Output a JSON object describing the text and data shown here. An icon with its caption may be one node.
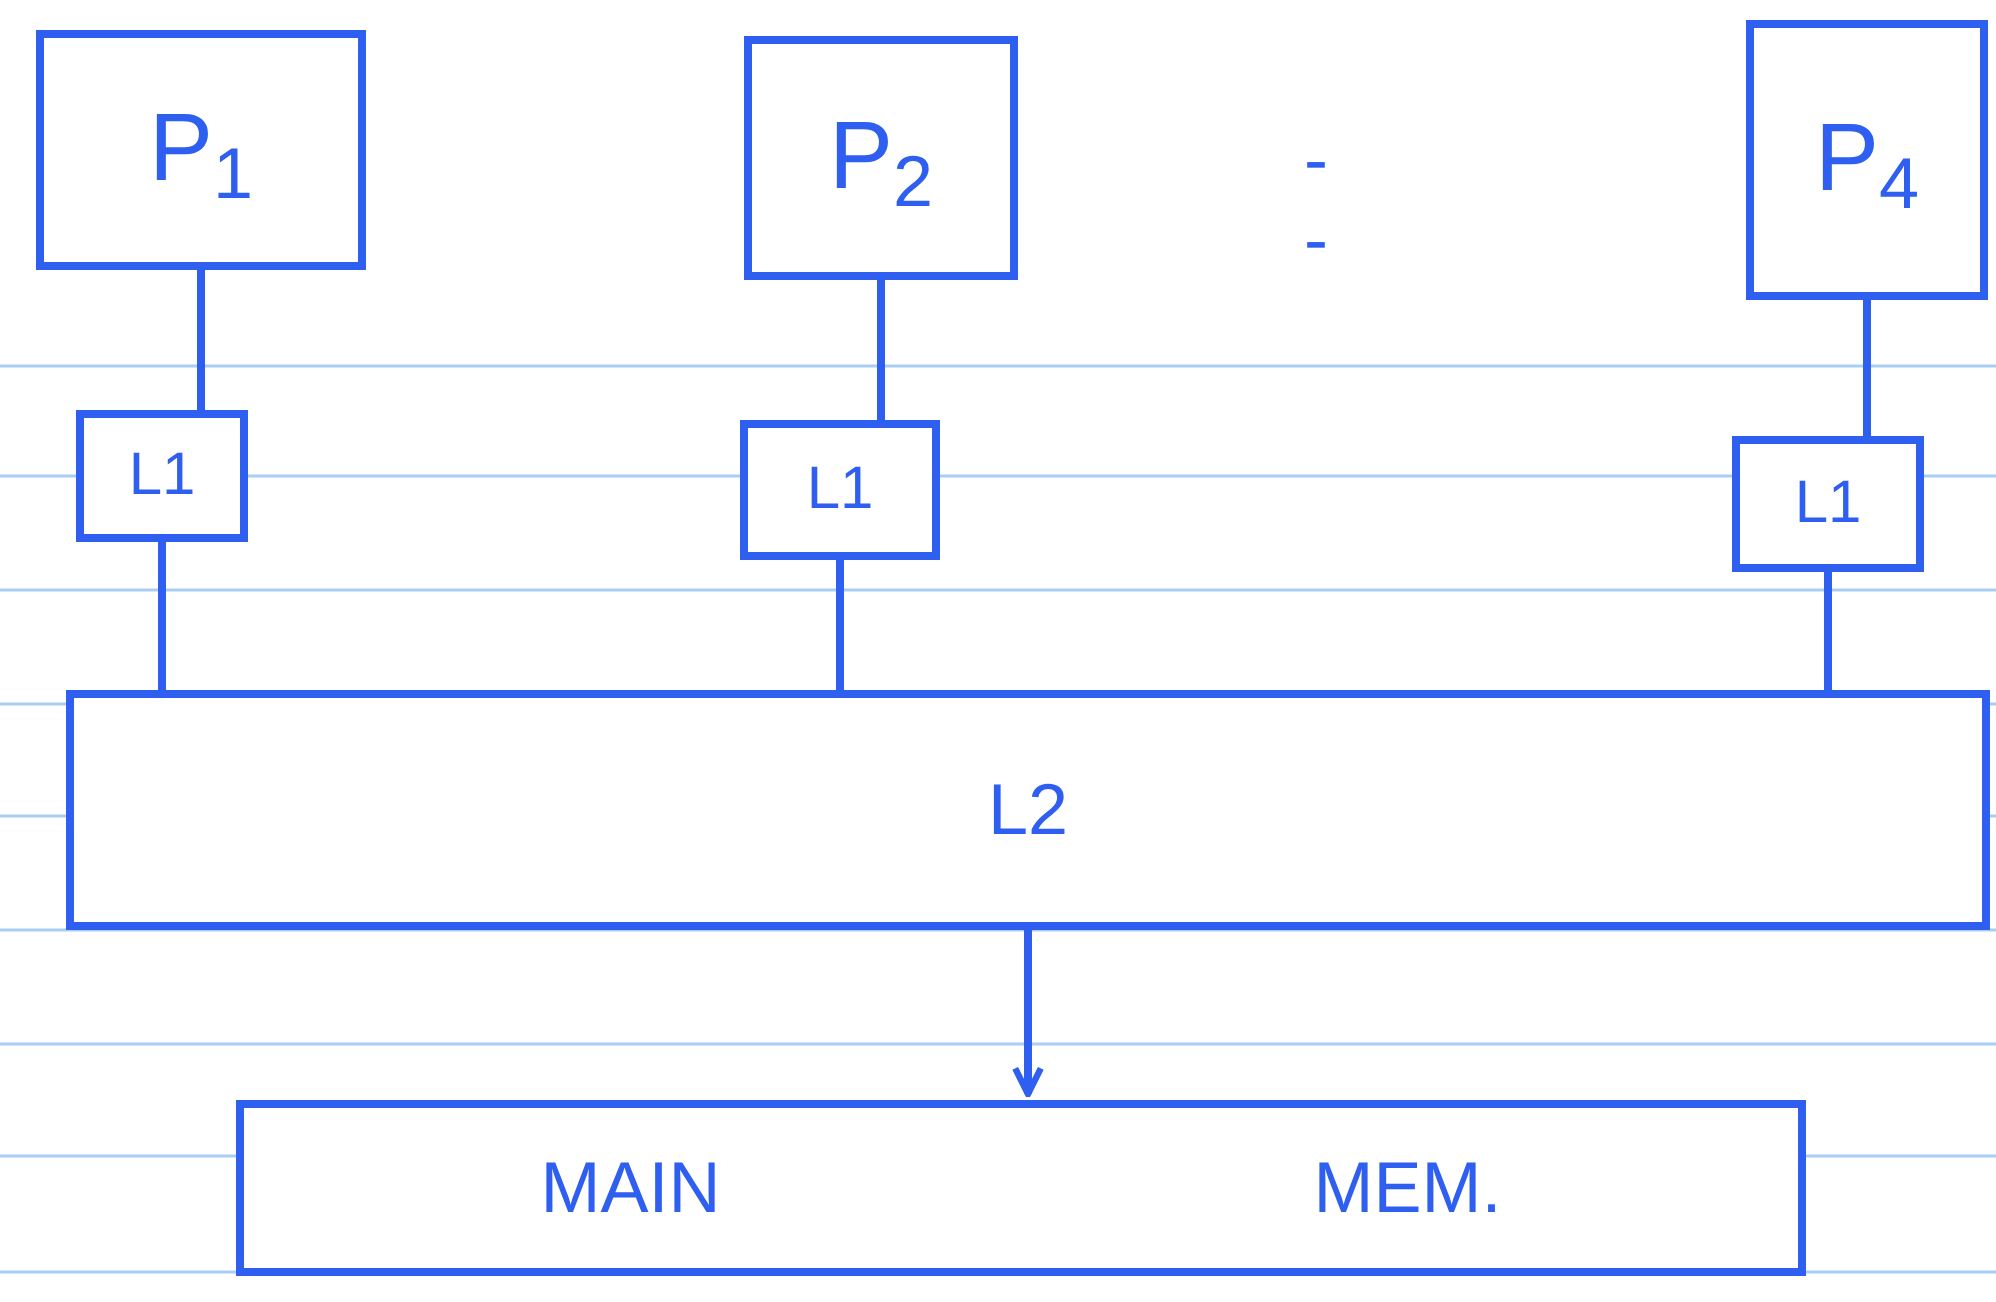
{
  "diagram": {
    "nodes": [
      {
        "text": [
          "P$_{1}$"
        ]
      },
      {
        "text": [
          "P$_{2}$"
        ]
      },
      {
        "text": [
          "P$_{4}$"
        ]
      },
      {
        "text": [
          "L1"
        ]
      },
      {
        "text": [
          "L1"
        ]
      },
      {
        "text": [
          "L1"
        ]
      },
      {
        "text": [
          "L2"
        ]
      },
      {
        "text": [
          "MAIN",
          "MEM."
        ]
      }
    ],
    "edges": [
      {
        "from": 0,
        "to": 3,
        "arrow": "none"
      },
      {
        "from": 1,
        "to": 4,
        "arrow": "none"
      },
      {
        "from": 2,
        "to": 5,
        "arrow": "none"
      },
      {
        "from": 3,
        "to": 6,
        "arrow": "none"
      },
      {
        "from": 4,
        "to": 6,
        "arrow": "none"
      },
      {
        "from": 5,
        "to": 6,
        "arrow": "none"
      },
      {
        "from": 6,
        "to": 7,
        "arrow": "to"
      }
    ],
    "labels": [
      "- -"
    ]
  }
}
